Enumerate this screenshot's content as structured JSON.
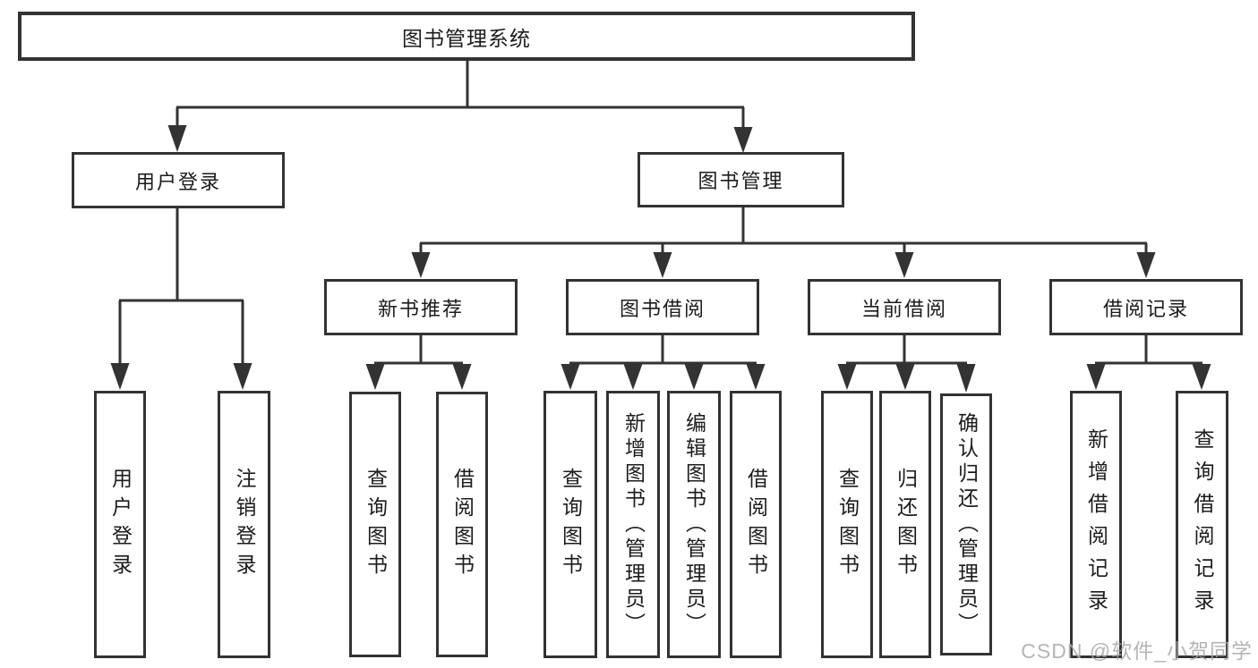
{
  "tree": {
    "root": "图书管理系统",
    "branches": [
      {
        "label": "用户登录",
        "leaves": [
          "用户登录",
          "注销登录"
        ]
      },
      {
        "label": "图书管理",
        "groups": [
          {
            "label": "新书推荐",
            "leaves": [
              "查询图书",
              "借阅图书"
            ]
          },
          {
            "label": "图书借阅",
            "leaves": [
              "查询图书",
              "新增图书（管理员）",
              "编辑图书（管理员）",
              "借阅图书"
            ]
          },
          {
            "label": "当前借阅",
            "leaves": [
              "查询图书",
              "归还图书",
              "确认归还（管理员）"
            ]
          },
          {
            "label": "借阅记录",
            "leaves": [
              "新增借阅记录",
              "查询借阅记录"
            ]
          }
        ]
      }
    ]
  },
  "watermark": {
    "text": "CSDN @软件_小贺同学",
    "color": "#a8a8a8"
  },
  "colors": {
    "background": "#ffffff",
    "box_border": "#333333",
    "box_fill": "#ffffff",
    "connector_line": "#333333",
    "text": "#1c1c1c"
  }
}
